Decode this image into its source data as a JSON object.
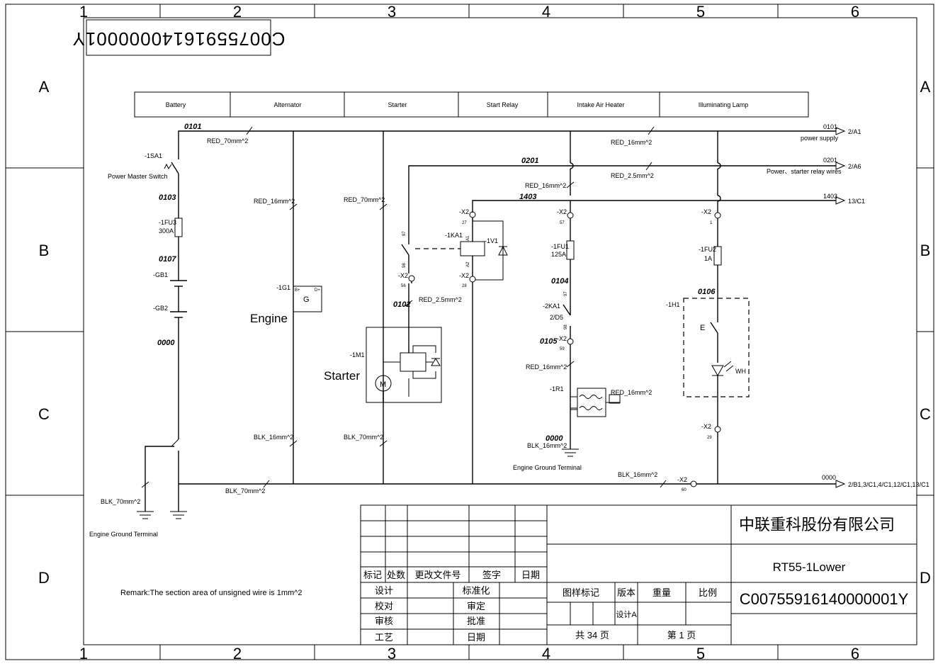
{
  "frame": {
    "columns": [
      "1",
      "2",
      "3",
      "4",
      "5",
      "6"
    ],
    "rows": [
      "A",
      "B",
      "C",
      "D"
    ],
    "stamp": "C00755916140000001Y"
  },
  "header_blocks": [
    "Battery",
    "Alternator",
    "Starter",
    "Start Relay",
    "Intake Air Heater",
    "Illuminating Lamp"
  ],
  "wires": {
    "w0101": "0101",
    "w0103": "0103",
    "w0107": "0107",
    "w0000": "0000",
    "w0201": "0201",
    "w1403": "1403",
    "w0102": "0102",
    "w0104": "0104",
    "w0105": "0105",
    "w0106": "0106",
    "w0000b": "0000"
  },
  "specs": {
    "red70_a": "RED_70mm^2",
    "red16_alt": "RED_16mm^2",
    "red70_st": "RED_70mm^2",
    "red16_top": "RED_16mm^2",
    "red25_top": "RED_2.5mm^2",
    "red16_mid": "RED_16mm^2",
    "red25_st": "RED_2.5mm^2",
    "red16_heat": "RED_16mm^2",
    "red16_r1": "RED_16mm^2",
    "blk16_alt": "BLK_16mm^2",
    "blk70_st": "BLK_70mm^2",
    "blk70_bot": "BLK_70mm^2",
    "blk70_left": "BLK_70mm^2",
    "blk16_gnd": "BLK_16mm^2",
    "blk16_bot": "BLK_16mm^2"
  },
  "components": {
    "sa1": "-1SA1",
    "sa1_name": "Power Master Switch",
    "fu3": "-1FU3",
    "fu3_val": "300A",
    "gb1": "-GB1",
    "gb2": "-GB2",
    "g1": "-1G1",
    "g_letter": "G",
    "g_b": "B+",
    "g_d": "D+",
    "engine": "Engine",
    "m1": "-1M1",
    "m_letter": "M",
    "starter": "Starter",
    "ka1": "-1KA1",
    "v1": "-1V1",
    "x2a": "-X2",
    "x2a_n": "27",
    "x2b": "-X2",
    "x2b_n": "28",
    "x2c": "-X2",
    "x2c_n": "56",
    "x2d": "-X2",
    "x2d_n": "57",
    "fu1": "-1FU1",
    "fu1_val": "125A",
    "ka2": "-2KA1",
    "ka2_ref": "2/D5",
    "x2e": "-X2",
    "x2e_n": "59",
    "r1": "-1R1",
    "x2f": "-X2",
    "x2f_n": "1",
    "fu2": "-1FU2",
    "fu2_val": "1A",
    "h1": "-1H1",
    "wh": "WH",
    "x2g": "-X2",
    "x2g_n": "29",
    "x2h": "-X2",
    "x2h_n": "60",
    "gnd_left": "Engine Ground Terminal",
    "gnd_mid": "Engine Ground Terminal",
    "pin_97": "97",
    "pin_98": "98",
    "pin_a1": "A1",
    "pin_a2": "A2",
    "pin_97b": "97",
    "pin_98b": "98",
    "e_letter": "E"
  },
  "outputs": {
    "o1_num": "0101",
    "o1_desc": "power supply",
    "o1_ref": "2/A1",
    "o2_num": "0201",
    "o2_desc": "Power、starter relay wires",
    "o2_ref": "2/A6",
    "o3_num": "1403",
    "o3_ref": "13/C1",
    "o4_num": "0000",
    "o4_ref": "2/B1,3/C1,4/C1,12/C1,13/C1"
  },
  "remark": "Remark:The section area of unsigned wire is 1mm^2",
  "title_block": {
    "company": "中联重科股份有限公司",
    "model": "RT55-1Lower",
    "code": "C00755916140000001Y",
    "rev_headers": [
      "标记",
      "处数",
      "更改文件号",
      "签字",
      "日期"
    ],
    "sign_rows": [
      {
        "left": "设计",
        "right": "标准化"
      },
      {
        "left": "校对",
        "right": "审定"
      },
      {
        "left": "审核",
        "right": "批准"
      },
      {
        "left": "工艺",
        "right": "日期"
      }
    ],
    "props": [
      "图样标记",
      "版本",
      "重量",
      "比例"
    ],
    "version_val": "设计A",
    "total": "共 34 页",
    "page": "第 1 页"
  }
}
